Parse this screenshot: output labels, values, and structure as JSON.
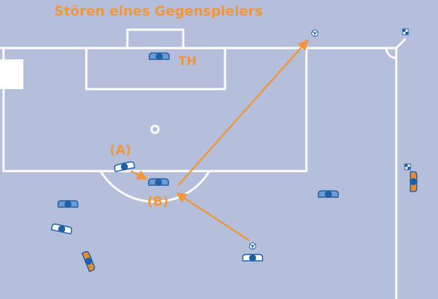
{
  "title": "Stören eines Gegenspielers",
  "labels": {
    "goalkeeper": "TH",
    "player_a": "(A)",
    "player_b": "(B)"
  },
  "colors": {
    "pitch": "#b5bedb",
    "lines": "#ffffff",
    "accent": "#f0973a",
    "team_blue": "#1f5fa6",
    "team_blue_light": "#6b9bd1",
    "team_orange": "#e98a2f"
  }
}
